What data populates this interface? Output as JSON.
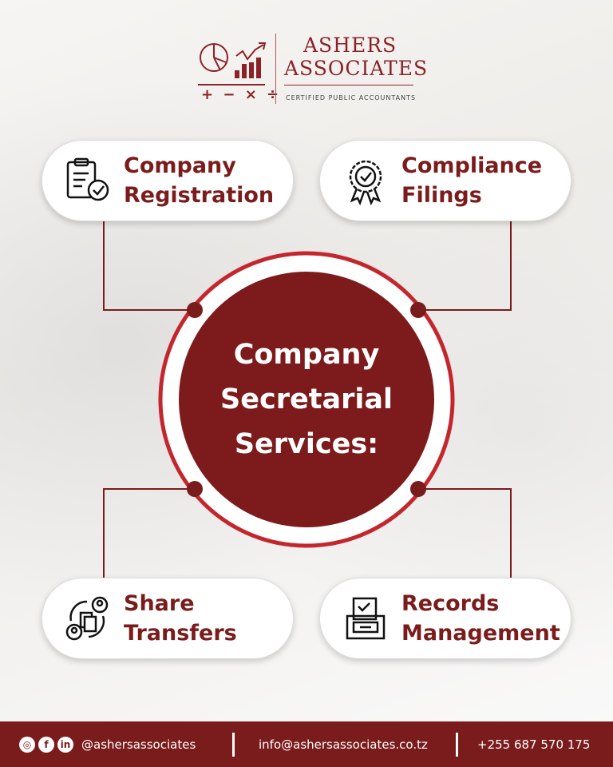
{
  "logo": {
    "line1": "ASHERS",
    "line2": "ASSOCIATES",
    "tagline": "CERTIFIED PUBLIC ACCOUNTANTS",
    "symbols": "+ − × ÷"
  },
  "services": [
    {
      "line1": "Company",
      "line2": "Registration",
      "icon": "clipboard-check-icon"
    },
    {
      "line1": "Compliance",
      "line2": "Filings",
      "icon": "badge-check-icon"
    },
    {
      "line1": "Share",
      "line2": "Transfers",
      "icon": "share-transfer-icon"
    },
    {
      "line1": "Records",
      "line2": "Management",
      "icon": "file-drawer-icon"
    }
  ],
  "center": {
    "line1": "Company",
    "line2": "Secretarial",
    "line3": "Services:"
  },
  "footer": {
    "social": "@ashersassociates",
    "email": "info@ashersassociates.co.tz",
    "phone": "+255 687 570 175"
  },
  "colors": {
    "brand": "#7b1c1c",
    "accent": "#c4262e"
  }
}
